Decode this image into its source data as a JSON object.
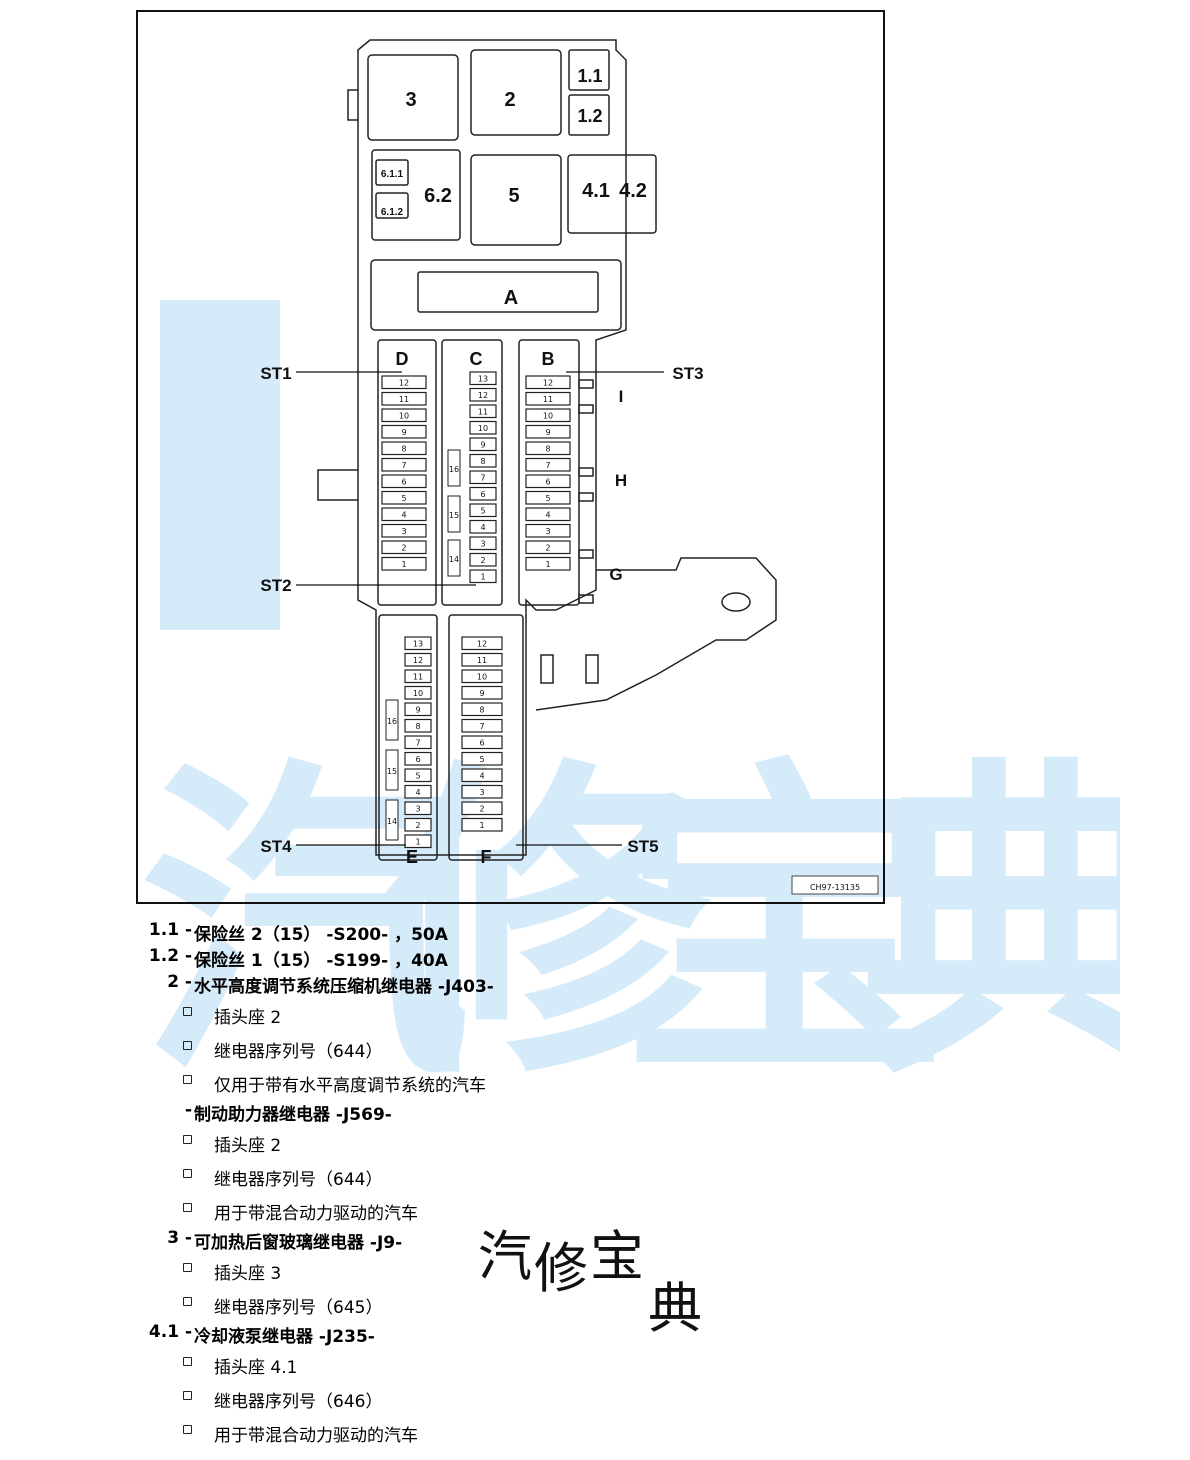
{
  "diagram": {
    "code": "CH97-13135",
    "top_slots": [
      "3",
      "2",
      "1.1",
      "1.2",
      "6.1.1",
      "6.1.2",
      "6.2",
      "5",
      "4.1",
      "4.2",
      "A"
    ],
    "fuse_holders": [
      "D",
      "C",
      "B",
      "E",
      "F"
    ],
    "callouts": [
      "ST1",
      "ST2",
      "ST3",
      "ST4",
      "ST5"
    ],
    "side_labels": [
      "I",
      "H",
      "G"
    ],
    "small_slots": [
      "14",
      "15",
      "16"
    ],
    "column_numbers": [
      "1",
      "2",
      "3",
      "4",
      "5",
      "6",
      "7",
      "8",
      "9",
      "10",
      "11",
      "12",
      "13"
    ]
  },
  "legend": [
    {
      "kind": "head",
      "num": "1.1 -",
      "text": "保险丝 2（15） -S200- ，50A"
    },
    {
      "kind": "head",
      "num": "1.2 -",
      "text": "保险丝 1（15） -S199- ，40A"
    },
    {
      "kind": "head",
      "num": "2 -",
      "text": "水平高度调节系统压缩机继电器 -J403-"
    },
    {
      "kind": "sub",
      "text": "插头座 2"
    },
    {
      "kind": "sub",
      "text": "继电器序列号（644）"
    },
    {
      "kind": "sub",
      "text": "仅用于带有水平高度调节系统的汽车"
    },
    {
      "kind": "head",
      "num": "-",
      "text": "制动助力器继电器 -J569-"
    },
    {
      "kind": "sub",
      "text": "插头座 2"
    },
    {
      "kind": "sub",
      "text": "继电器序列号（644）"
    },
    {
      "kind": "sub",
      "text": "用于带混合动力驱动的汽车"
    },
    {
      "kind": "head",
      "num": "3 -",
      "text": "可加热后窗玻璃继电器 -J9-"
    },
    {
      "kind": "sub",
      "text": "插头座 3"
    },
    {
      "kind": "sub",
      "text": "继电器序列号（645）"
    },
    {
      "kind": "head",
      "num": "4.1 -",
      "text": "冷却液泵继电器 -J235-"
    },
    {
      "kind": "sub",
      "text": "插头座 4.1"
    },
    {
      "kind": "sub",
      "text": "继电器序列号（646）"
    },
    {
      "kind": "sub",
      "text": "用于带混合动力驱动的汽车"
    }
  ],
  "stamp": {
    "chars": [
      "汽",
      "修",
      "宝",
      "典"
    ]
  },
  "watermark": {
    "chars": [
      "汽",
      "修",
      "宝",
      "典"
    ],
    "color": "#d6ebfa"
  }
}
